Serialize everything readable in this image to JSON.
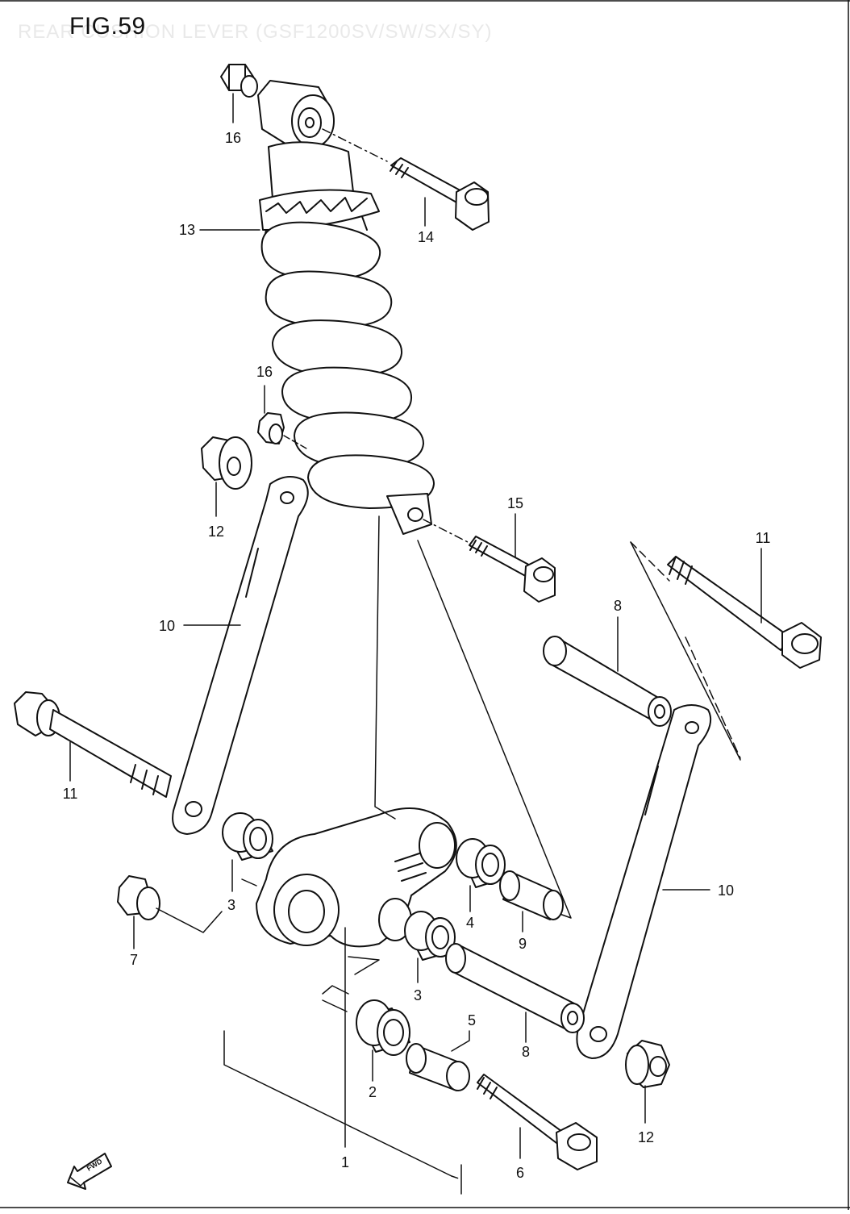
{
  "figure": {
    "title": "FIG.59",
    "subtitle": "REAR CUSHION LEVER (GSF1200SV/SW/SX/SY)"
  },
  "callouts": [
    "1",
    "2",
    "3",
    "3",
    "4",
    "5",
    "6",
    "7",
    "8",
    "8",
    "9",
    "10",
    "10",
    "11",
    "11",
    "12",
    "12",
    "13",
    "14",
    "15",
    "16",
    "16"
  ],
  "fwd_label": "FWD"
}
